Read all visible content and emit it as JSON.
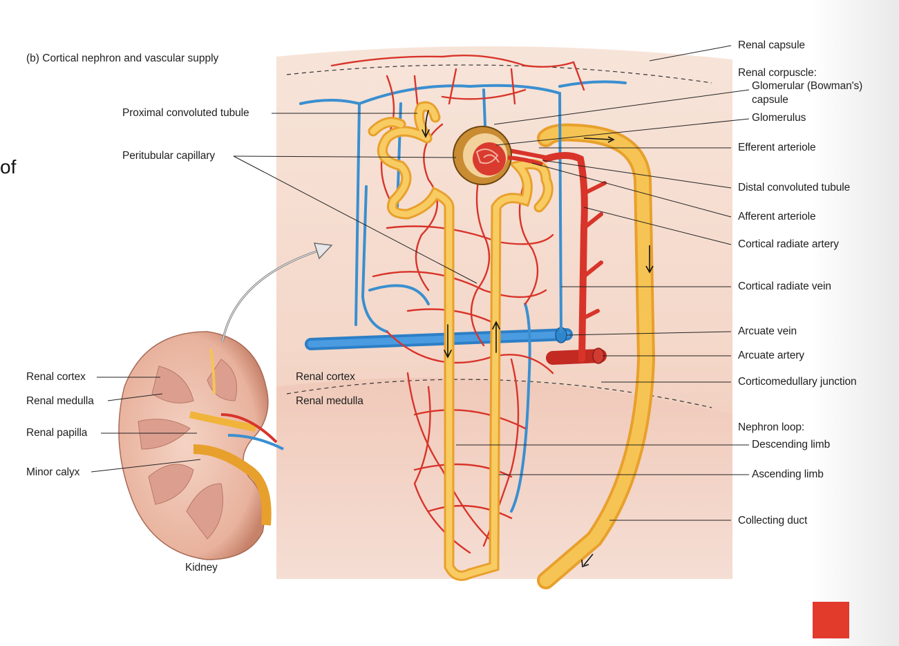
{
  "caption": "(b) Cortical nephron and vascular supply",
  "slide_fragment": "of",
  "kidney_label": "Kidney",
  "left_labels": {
    "proximal_convoluted_tubule": "Proximal convoluted tubule",
    "peritubular_capillary": "Peritubular capillary",
    "renal_cortex": "Renal cortex",
    "renal_medulla": "Renal medulla",
    "renal_papilla": "Renal papilla",
    "minor_calyx": "Minor calyx"
  },
  "inner_labels": {
    "renal_cortex": "Renal cortex",
    "renal_medulla": "Renal medulla"
  },
  "right_labels": {
    "renal_capsule": "Renal capsule",
    "renal_corpuscle": "Renal corpuscle:",
    "glomerular_capsule_1": "Glomerular (Bowman's)",
    "glomerular_capsule_2": "capsule",
    "glomerulus": "Glomerulus",
    "efferent_arteriole": "Efferent arteriole",
    "distal_convoluted_tubule": "Distal convoluted tubule",
    "afferent_arteriole": "Afferent arteriole",
    "cortical_radiate_artery": "Cortical radiate artery",
    "cortical_radiate_vein": "Cortical radiate vein",
    "arcuate_vein": "Arcuate vein",
    "arcuate_artery": "Arcuate artery",
    "corticomedullary_junction": "Corticomedullary junction",
    "nephron_loop": "Nephron loop:",
    "descending_limb": "Descending limb",
    "ascending_limb": "Ascending limb",
    "collecting_duct": "Collecting duct"
  },
  "colors": {
    "artery": "#d8342a",
    "vein": "#3a8fd0",
    "tubule": "#f3b43a",
    "cortex_bg": "#f6ddd0",
    "medulla_bg": "#efc4b4",
    "accent_square": "#e23a2b"
  }
}
